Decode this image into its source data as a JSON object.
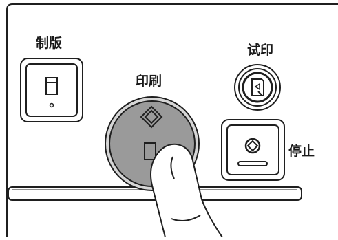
{
  "panel": {
    "plate_making_label": "制版",
    "trial_print_label": "试印",
    "print_label": "印刷",
    "stop_label": "停止"
  },
  "colors": {
    "line": "#1f1f1f",
    "print_button_fill": "#9a9a9a",
    "print_button_ring": "#c2c2c2",
    "background": "#ffffff",
    "finger_fill": "#ffffff"
  }
}
